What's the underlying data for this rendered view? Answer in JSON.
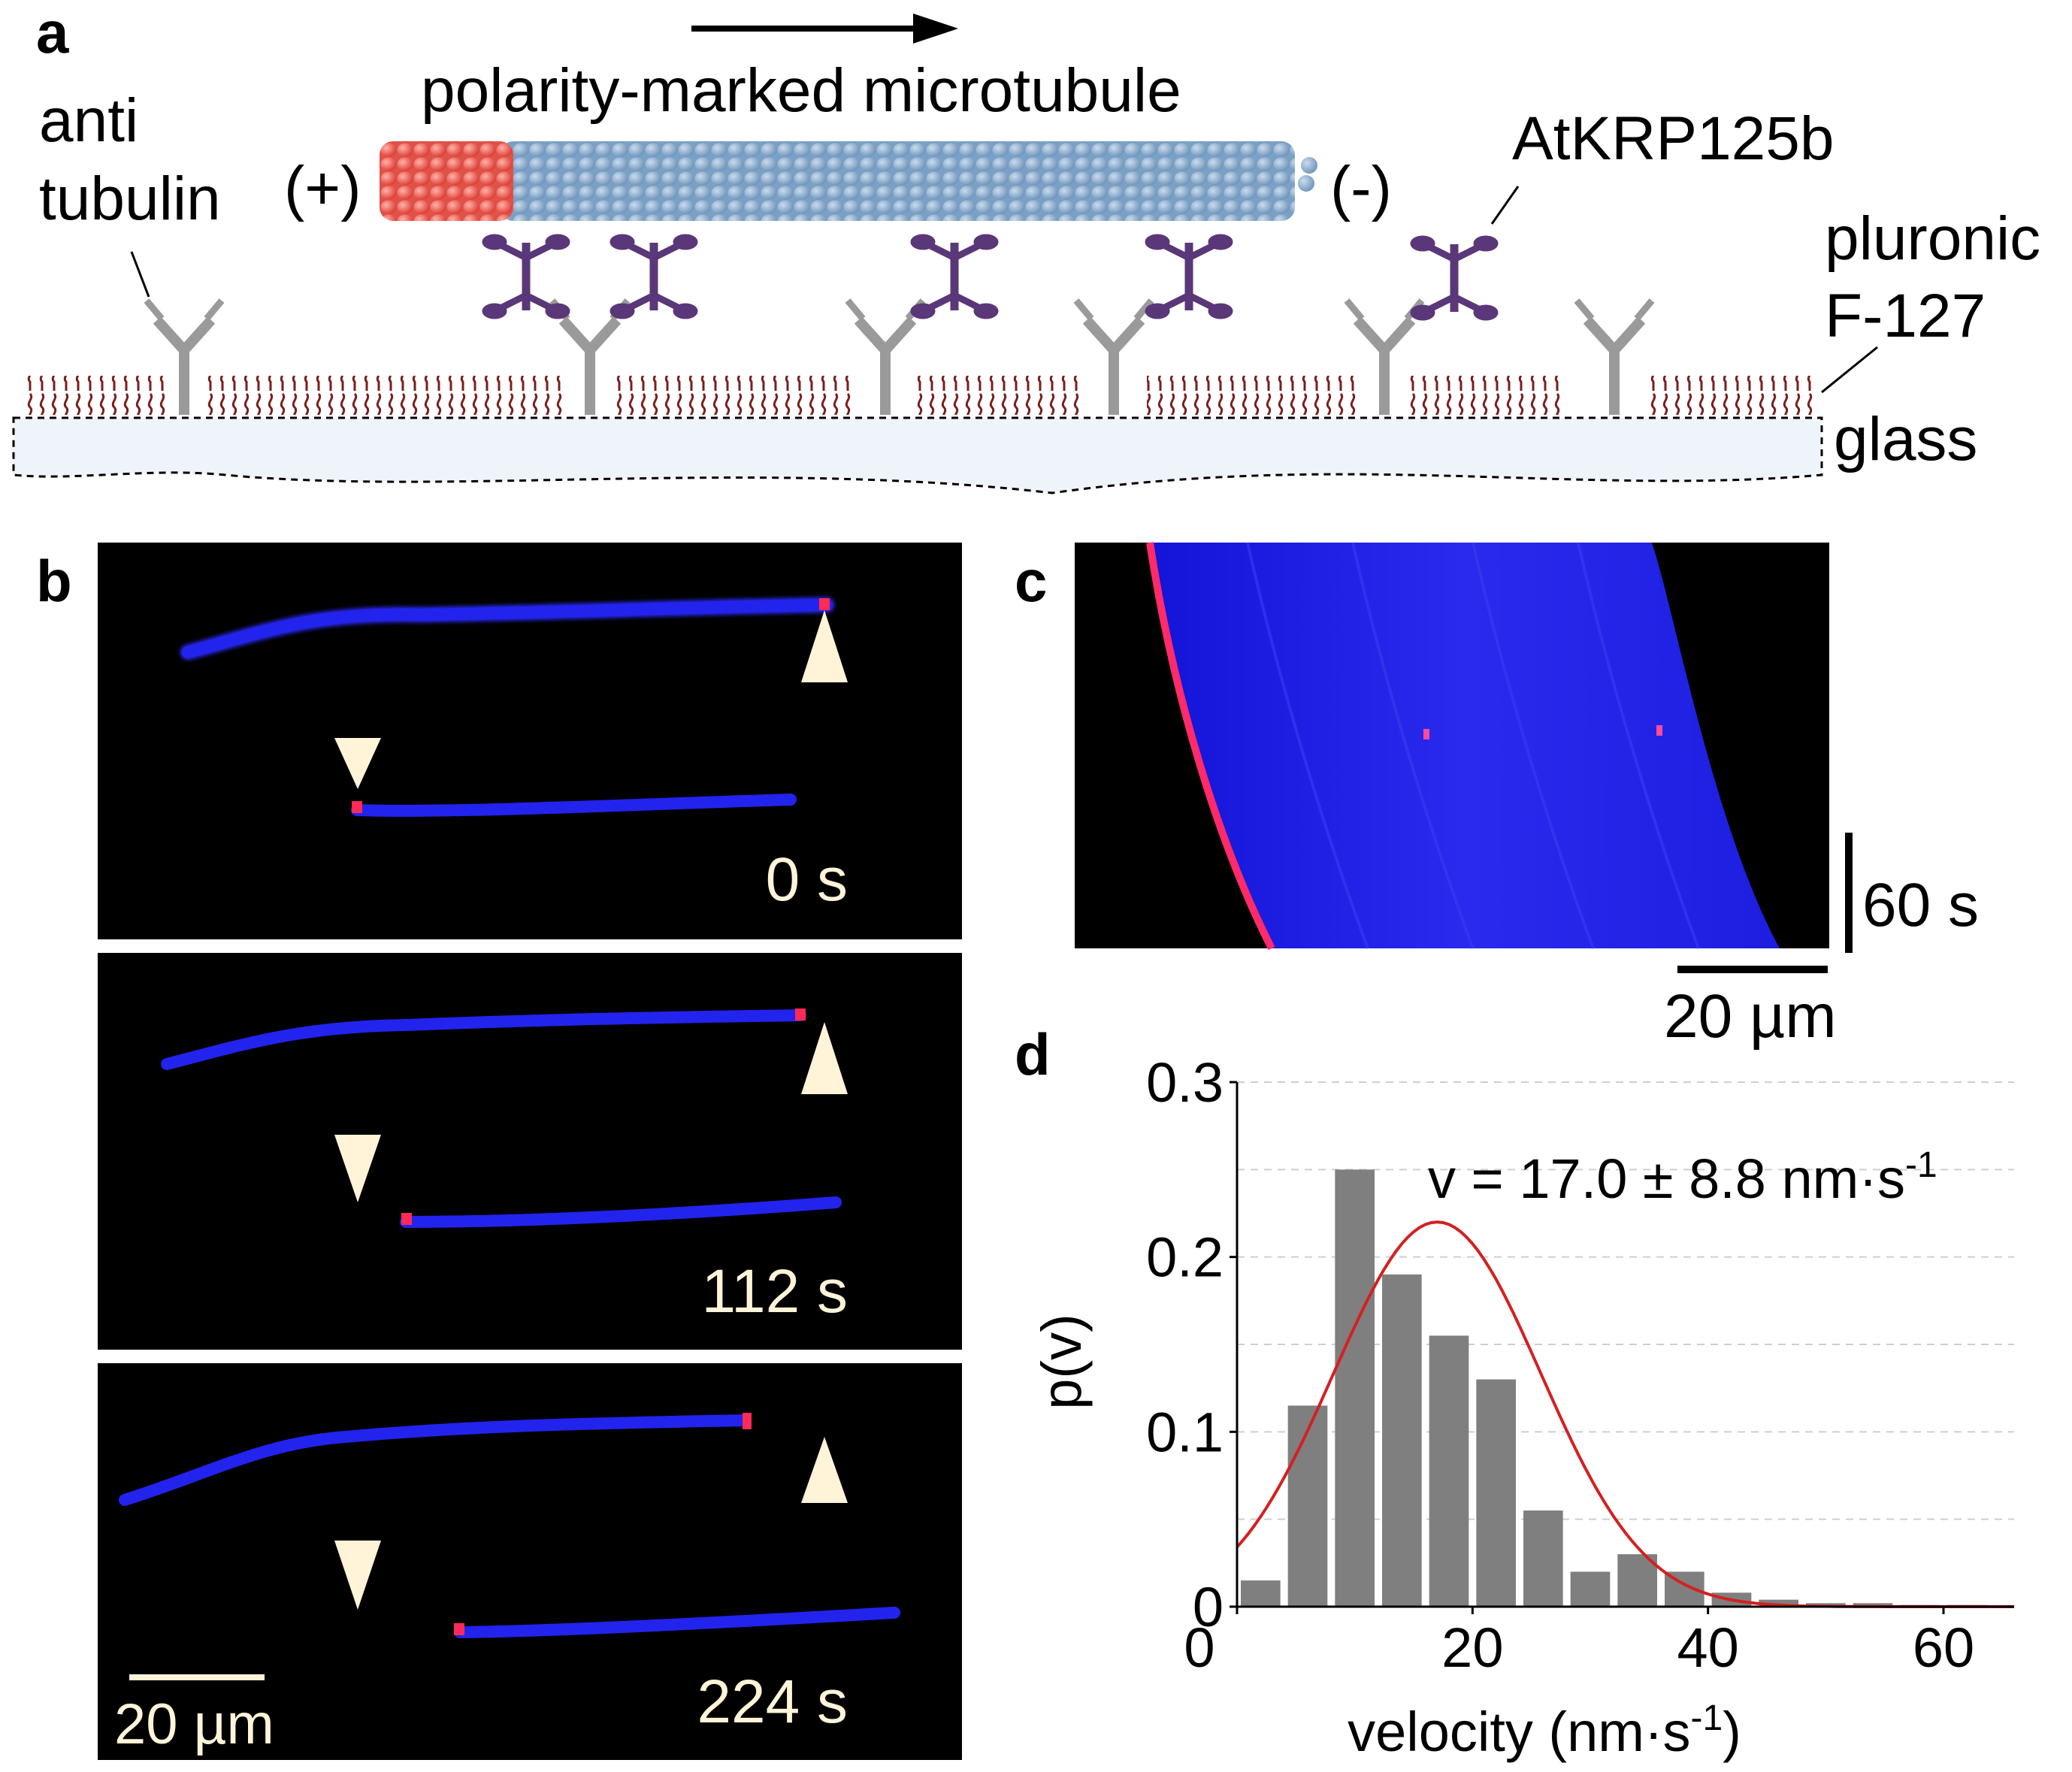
{
  "panel_a": {
    "letter": "a",
    "title": "polarity-marked microtubule",
    "plus_end": "(+)",
    "minus_end": "(-)",
    "anti_tubulin_line1": "anti",
    "anti_tubulin_line2": "tubulin",
    "motor": "AtKRP125b",
    "pluronic_line1": "pluronic",
    "pluronic_line2": "F-127",
    "glass": "glass",
    "colors": {
      "plus_seed": "#e8584f",
      "lattice": "#8fb3d6",
      "motor": "#5a3778",
      "antibody": "#9a9a9a",
      "pluronic": "#7a1f1f",
      "glass": "#edf4fb"
    }
  },
  "panel_b": {
    "letter": "b",
    "frames": [
      {
        "time": "0 s"
      },
      {
        "time": "112 s"
      },
      {
        "time": "224 s"
      }
    ],
    "scalebar": "20 µm"
  },
  "panel_c": {
    "letter": "c",
    "time_bar": "60 s",
    "space_bar": "20 µm"
  },
  "panel_d": {
    "letter": "d",
    "annotation": "v = 17.0 ± 8.8 nm·s",
    "annotation_exp": "-1",
    "ylabel": "p(v)",
    "xlabel": "velocity (nm·s",
    "xlabel_exp": "-1",
    "xlabel_close": ")",
    "ytick_labels": [
      "0",
      "0.1",
      "0.2",
      "0.3"
    ],
    "xtick_labels": [
      "0",
      "20",
      "40",
      "60"
    ]
  },
  "chart_data": {
    "type": "bar",
    "xlabel": "velocity (nm·s-1)",
    "ylabel": "p(v)",
    "xlim": [
      0,
      66
    ],
    "ylim": [
      0,
      0.3
    ],
    "bin_width": 4,
    "x": [
      2,
      6,
      10,
      14,
      18,
      22,
      26,
      30,
      34,
      38,
      42,
      46,
      50,
      54,
      58,
      62
    ],
    "values": [
      0.015,
      0.115,
      0.25,
      0.19,
      0.155,
      0.13,
      0.055,
      0.02,
      0.03,
      0.02,
      0.008,
      0.004,
      0.002,
      0.002,
      0.001,
      0.001
    ],
    "fit": {
      "type": "gaussian",
      "mean": 17.0,
      "sd": 8.8,
      "peak": 0.22
    },
    "grid": "horizontal dashed",
    "bar_color": "#7f7f7f",
    "fit_color": "#d42020"
  }
}
